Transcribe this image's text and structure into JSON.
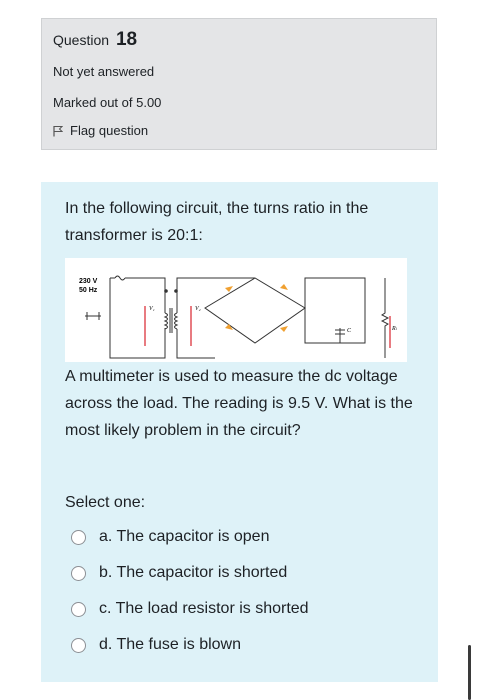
{
  "info": {
    "question_label": "Question",
    "question_number": "18",
    "state": "Not yet answered",
    "grade": "Marked out of 5.00",
    "flag_label": "Flag question"
  },
  "question": {
    "text_intro": "In the following circuit, the turns ratio in the transformer is 20:1:",
    "text_main": "A multimeter is used to measure the dc voltage across the load. The reading is 9.5 V. What is the most likely problem in the circuit?",
    "figure": {
      "source_voltage": "230 V",
      "source_frequency": "50 Hz",
      "v1_label": "V₁",
      "v2_label": "V₂",
      "c_label": "C",
      "rl_label": "Rₗ"
    },
    "prompt": "Select one:",
    "answers": [
      {
        "label": "a. The capacitor is open"
      },
      {
        "label": "b. The capacitor is shorted"
      },
      {
        "label": "c. The load resistor is shorted"
      },
      {
        "label": "d. The fuse is blown"
      }
    ]
  },
  "colors": {
    "info_bg": "#e4e5e7",
    "content_bg": "#def2f8",
    "diode": "#f0a030",
    "meter_red": "#d9232d"
  }
}
